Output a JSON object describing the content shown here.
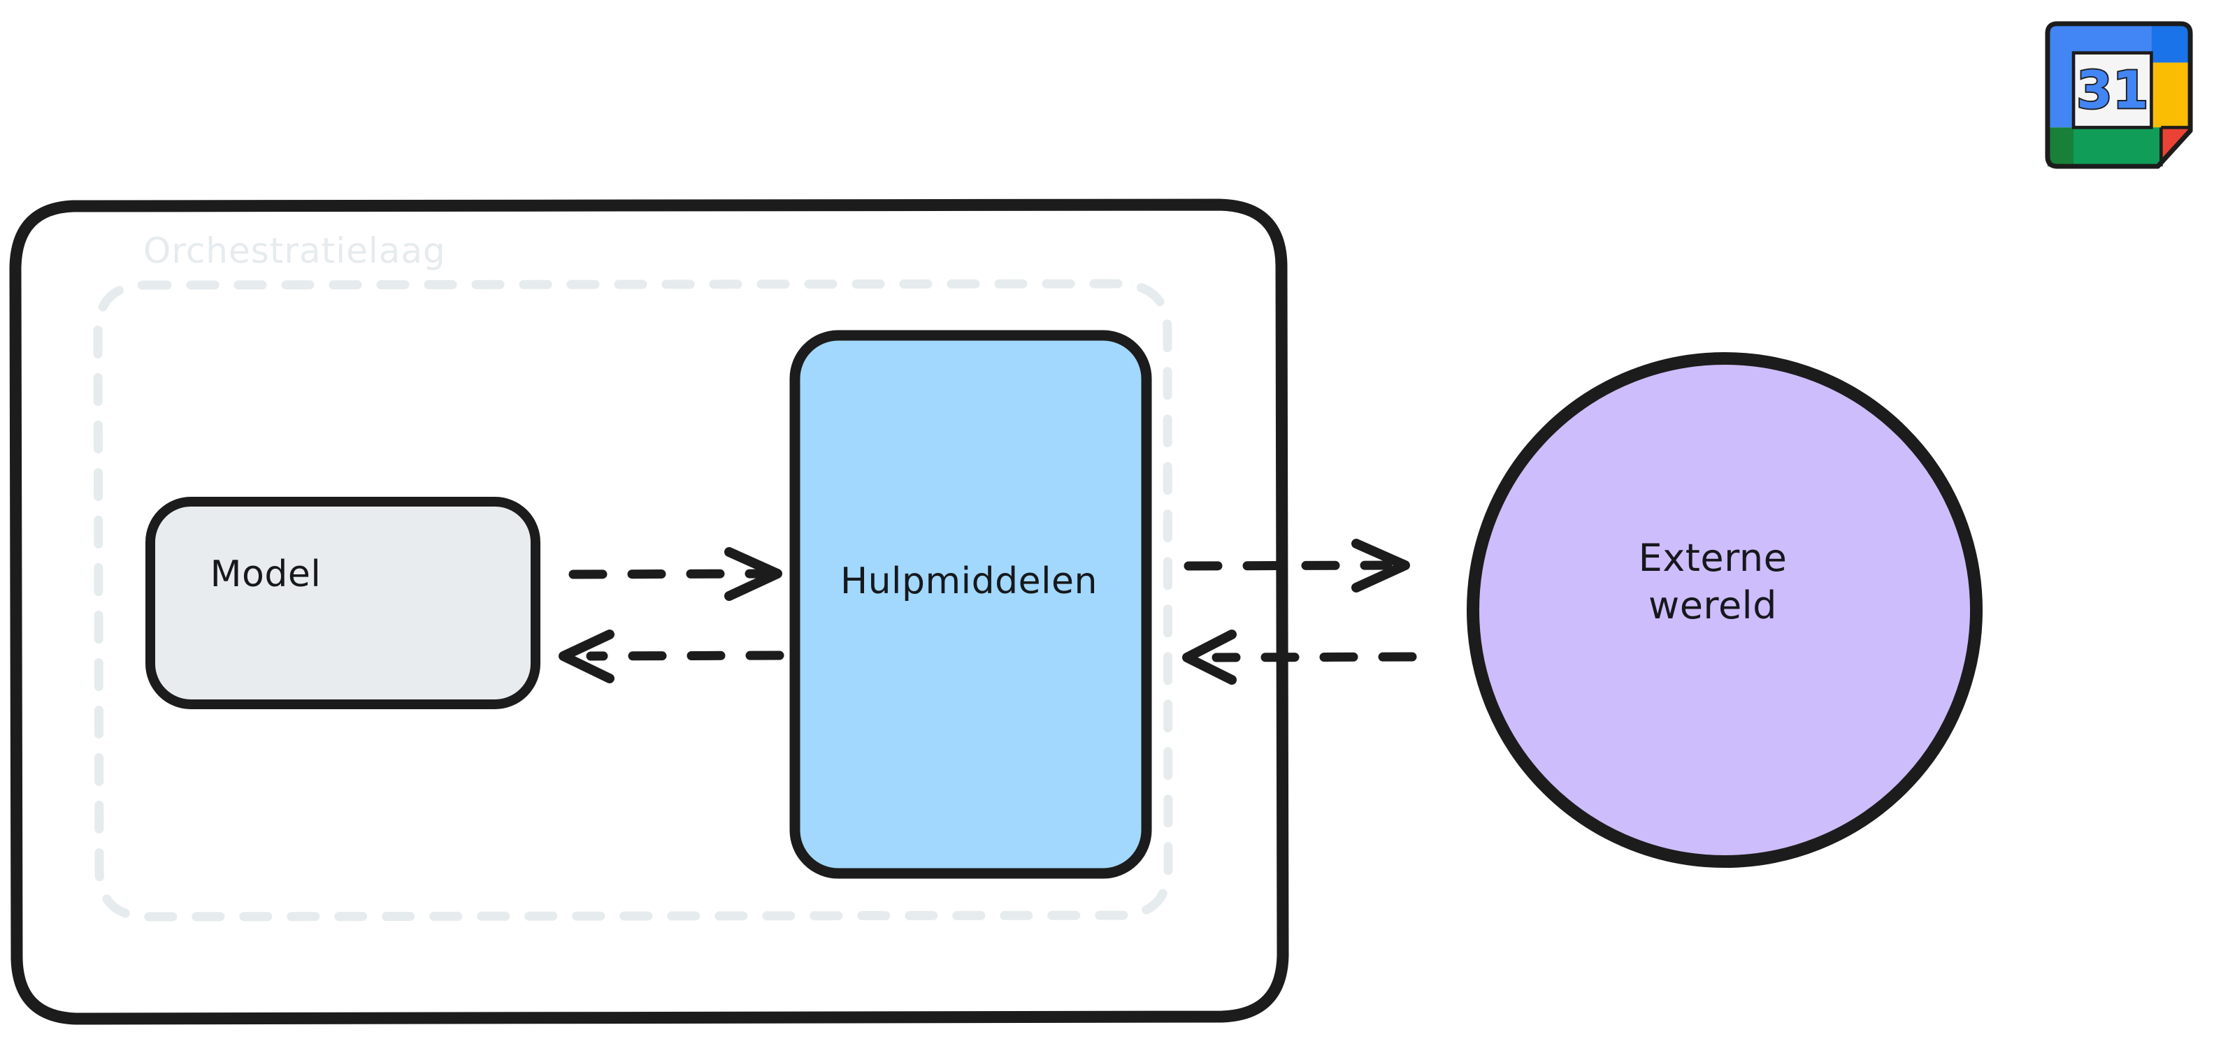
{
  "diagram": {
    "type": "agent-architecture-diagram",
    "language": "nl",
    "outer_container": {
      "name": "agent-boundary",
      "label": "",
      "stroke": "#1c1c1c",
      "fill": "#ffffff"
    },
    "inner_container": {
      "name": "orchestration-layer",
      "label": "Orchestratielaag",
      "stroke": "#e6ebee",
      "style": "dashed"
    },
    "nodes": [
      {
        "id": "model",
        "label": "Model",
        "shape": "rounded-rect",
        "fill": "#e8ecef",
        "stroke": "#1c1c1c"
      },
      {
        "id": "tools",
        "label": "Hulpmiddelen",
        "shape": "rounded-rect",
        "fill": "#a2d8fd",
        "stroke": "#1c1c1c"
      },
      {
        "id": "external",
        "label": "Externe\nwereld",
        "shape": "circle",
        "fill": "#cebdfc",
        "stroke": "#1c1c1c"
      }
    ],
    "edges": [
      {
        "id": "model-to-tools",
        "from": "model",
        "to": "tools",
        "style": "dashed",
        "direction": "right"
      },
      {
        "id": "tools-to-model",
        "from": "tools",
        "to": "model",
        "style": "dashed",
        "direction": "left"
      },
      {
        "id": "tools-to-external",
        "from": "tools",
        "to": "external",
        "style": "dashed",
        "direction": "right"
      },
      {
        "id": "external-to-tools",
        "from": "external",
        "to": "tools",
        "style": "dashed",
        "direction": "left"
      }
    ]
  },
  "calendar_icon": {
    "name": "google-calendar-icon",
    "day_number": "31",
    "colors": {
      "blue_light": "#4285f4",
      "blue_dark": "#1a73e8",
      "yellow": "#fbbc04",
      "green": "#0f9d58",
      "green_dark": "#188038",
      "red": "#ea4335",
      "white": "#f5f5f5",
      "outline": "#1c1c1c"
    }
  }
}
